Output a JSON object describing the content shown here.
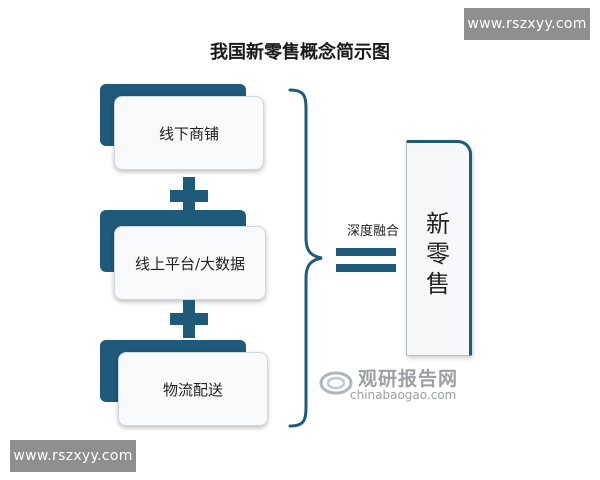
{
  "watermark": {
    "text": "www.rszxyy.com"
  },
  "title": "我国新零售概念简示图",
  "boxes": [
    {
      "label": "线下商铺"
    },
    {
      "label": "线上平台/大数据"
    },
    {
      "label": "物流配送"
    }
  ],
  "merge_label": "深度融合",
  "result": {
    "chars": [
      "新",
      "零",
      "售"
    ]
  },
  "logo": {
    "cn": "观研报告网",
    "en": "chinabaogao.com"
  },
  "colors": {
    "accent": "#1e5a7a",
    "card": "#f7f9fa",
    "watermark_bg": "#8f8f8f",
    "logo": "#9aa0a6"
  }
}
